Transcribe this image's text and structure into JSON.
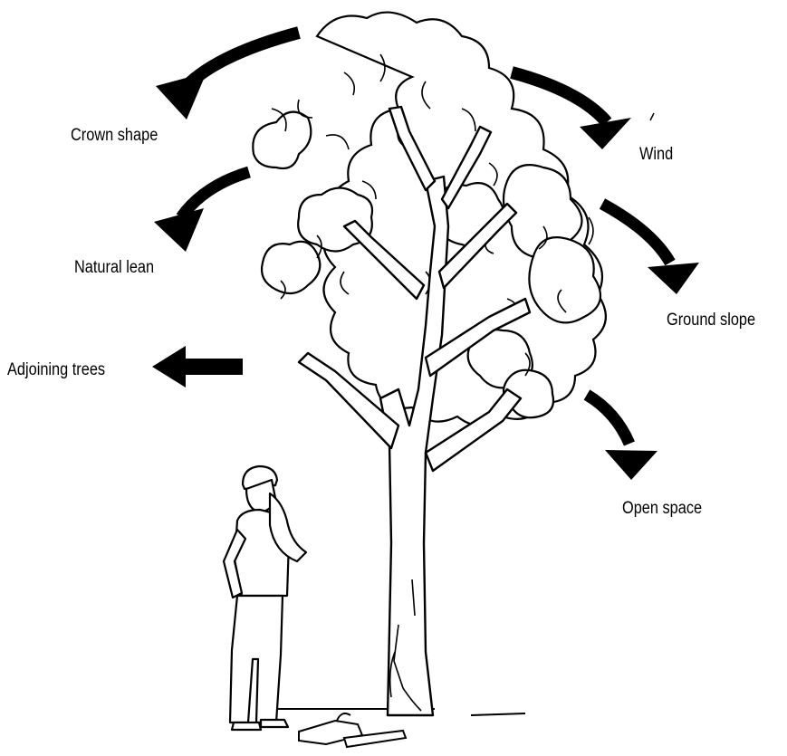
{
  "factors": {
    "crown_shape": "Crown shape",
    "wind": "Wind",
    "natural_lean": "Natural lean",
    "ground_slope": "Ground slope",
    "adjoining_trees": "Adjoining trees",
    "open_space": "Open space"
  },
  "colors": {
    "ink": "#000000",
    "background": "#ffffff"
  },
  "icons": [
    "curved-arrow-icon",
    "straight-arrow-icon",
    "tree-illustration",
    "worker-figure",
    "chainsaw-icon"
  ]
}
